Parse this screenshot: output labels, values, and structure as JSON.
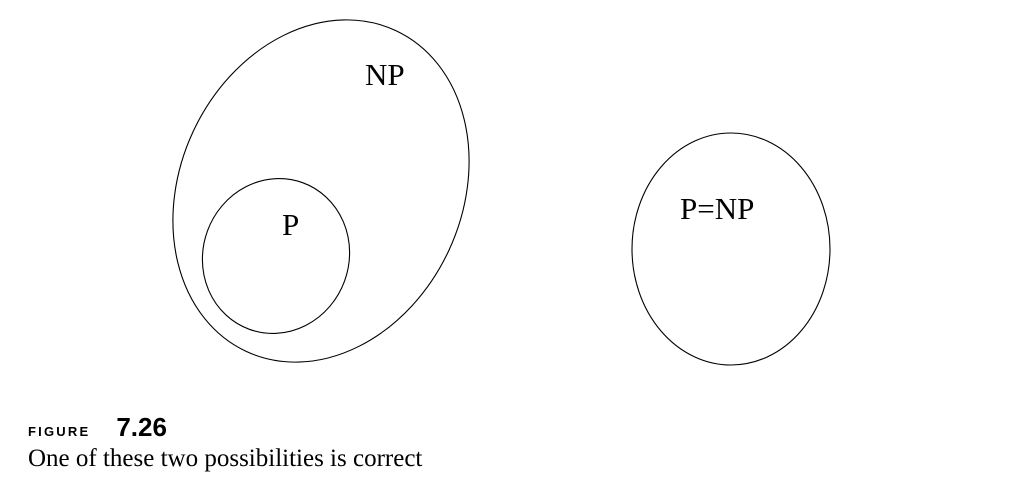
{
  "diagram": {
    "left": {
      "outer_label": "NP",
      "inner_label": "P"
    },
    "right": {
      "label": "P=NP"
    }
  },
  "caption": {
    "figure_word": "FIGURE",
    "figure_number": "7.26",
    "text": "One of these two possibilities is correct"
  }
}
